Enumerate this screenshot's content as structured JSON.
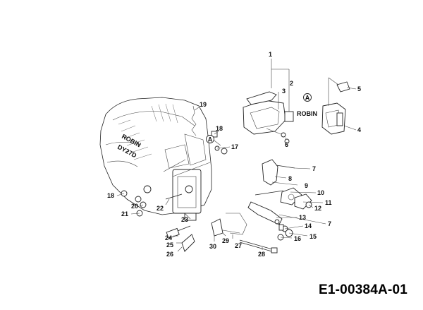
{
  "diagram": {
    "code": "E1-00384A-01",
    "engine_text": [
      "ROBIN",
      "DY27D"
    ],
    "bracket_text": "ROBIN",
    "callouts": [
      {
        "id": "p1",
        "label": "1"
      },
      {
        "id": "p2",
        "label": "2"
      },
      {
        "id": "p3",
        "label": "3"
      },
      {
        "id": "p4",
        "label": "4"
      },
      {
        "id": "p5",
        "label": "5"
      },
      {
        "id": "p6",
        "label": "6"
      },
      {
        "id": "p7a",
        "label": "7"
      },
      {
        "id": "p7b",
        "label": "7"
      },
      {
        "id": "p8",
        "label": "8"
      },
      {
        "id": "p9",
        "label": "9"
      },
      {
        "id": "p10",
        "label": "10"
      },
      {
        "id": "p11",
        "label": "11"
      },
      {
        "id": "p12",
        "label": "12"
      },
      {
        "id": "p13",
        "label": "13"
      },
      {
        "id": "p14",
        "label": "14"
      },
      {
        "id": "p15",
        "label": "15"
      },
      {
        "id": "p16",
        "label": "16"
      },
      {
        "id": "p17",
        "label": "17"
      },
      {
        "id": "p18a",
        "label": "18"
      },
      {
        "id": "p18b",
        "label": "18"
      },
      {
        "id": "p19",
        "label": "19"
      },
      {
        "id": "p20",
        "label": "20"
      },
      {
        "id": "p21",
        "label": "21"
      },
      {
        "id": "p22",
        "label": "22"
      },
      {
        "id": "p23",
        "label": "23"
      },
      {
        "id": "p24",
        "label": "24"
      },
      {
        "id": "p25",
        "label": "25"
      },
      {
        "id": "p26",
        "label": "26"
      },
      {
        "id": "p27",
        "label": "27"
      },
      {
        "id": "p28",
        "label": "28"
      },
      {
        "id": "p29",
        "label": "29"
      },
      {
        "id": "p30",
        "label": "30"
      }
    ],
    "markers": [
      {
        "id": "ma",
        "label": "A"
      },
      {
        "id": "mb",
        "label": "A"
      }
    ]
  }
}
